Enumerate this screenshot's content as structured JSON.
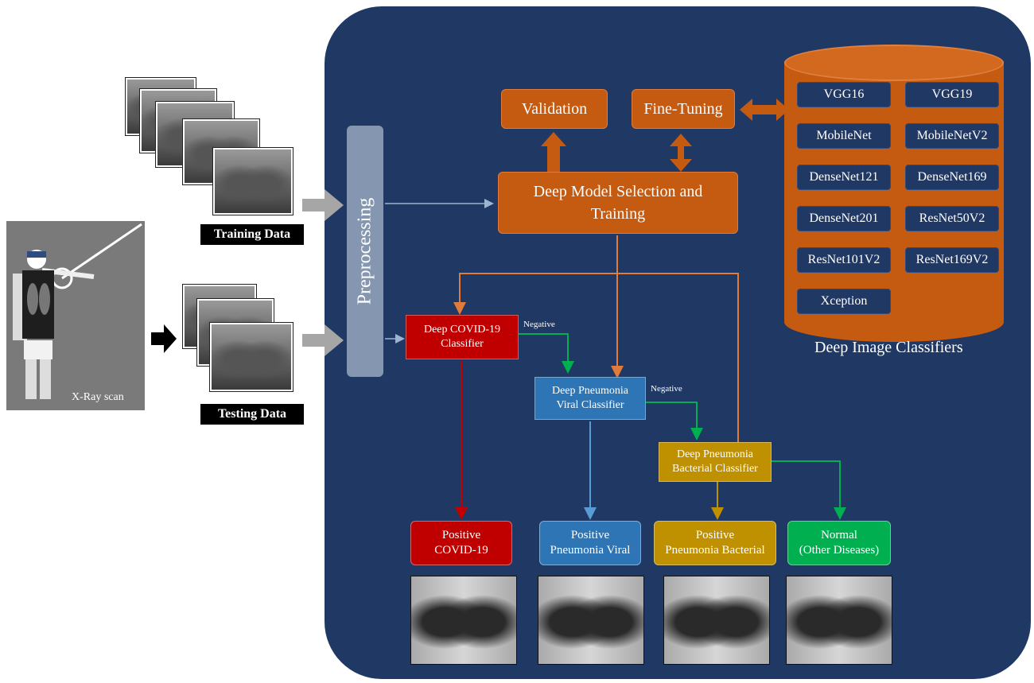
{
  "input": {
    "xray_caption": "X-Ray scan",
    "training_label": "Training Data",
    "testing_label": "Testing Data"
  },
  "pipeline": {
    "preprocessing": "Preprocessing",
    "validation": "Validation",
    "fine_tuning": "Fine-Tuning",
    "model_selection": "Deep Model Selection and Training"
  },
  "classifiers_db": {
    "caption": "Deep Image Classifiers",
    "models": [
      "VGG16",
      "VGG19",
      "MobileNet",
      "MobileNetV2",
      "DenseNet121",
      "DenseNet169",
      "DenseNet201",
      "ResNet50V2",
      "ResNet101V2",
      "ResNet169V2",
      "Xception"
    ]
  },
  "stages": {
    "covid": {
      "line1": "Deep COVID-19",
      "line2": "Classifier"
    },
    "viral": {
      "line1": "Deep Pneumonia",
      "line2": "Viral Classifier"
    },
    "bacterial": {
      "line1": "Deep Pneumonia",
      "line2": "Bacterial Classifier"
    },
    "negative_label": "Negative"
  },
  "outputs": [
    {
      "line1": "Positive",
      "line2": "COVID-19",
      "color": "#c00000"
    },
    {
      "line1": "Positive",
      "line2": "Pneumonia Viral",
      "color": "#2e75b6"
    },
    {
      "line1": "Positive",
      "line2": "Pneumonia Bacterial",
      "color": "#bf9000"
    },
    {
      "line1": "Normal",
      "line2": "(Other Diseases)",
      "color": "#00b050"
    }
  ],
  "colors": {
    "panel": "#203864",
    "orange": "#c55a11",
    "covid": "#c00000",
    "viral": "#2e75b6",
    "bacterial": "#bf9000",
    "normal": "#00b050",
    "preprocessing": "#8496b0"
  }
}
